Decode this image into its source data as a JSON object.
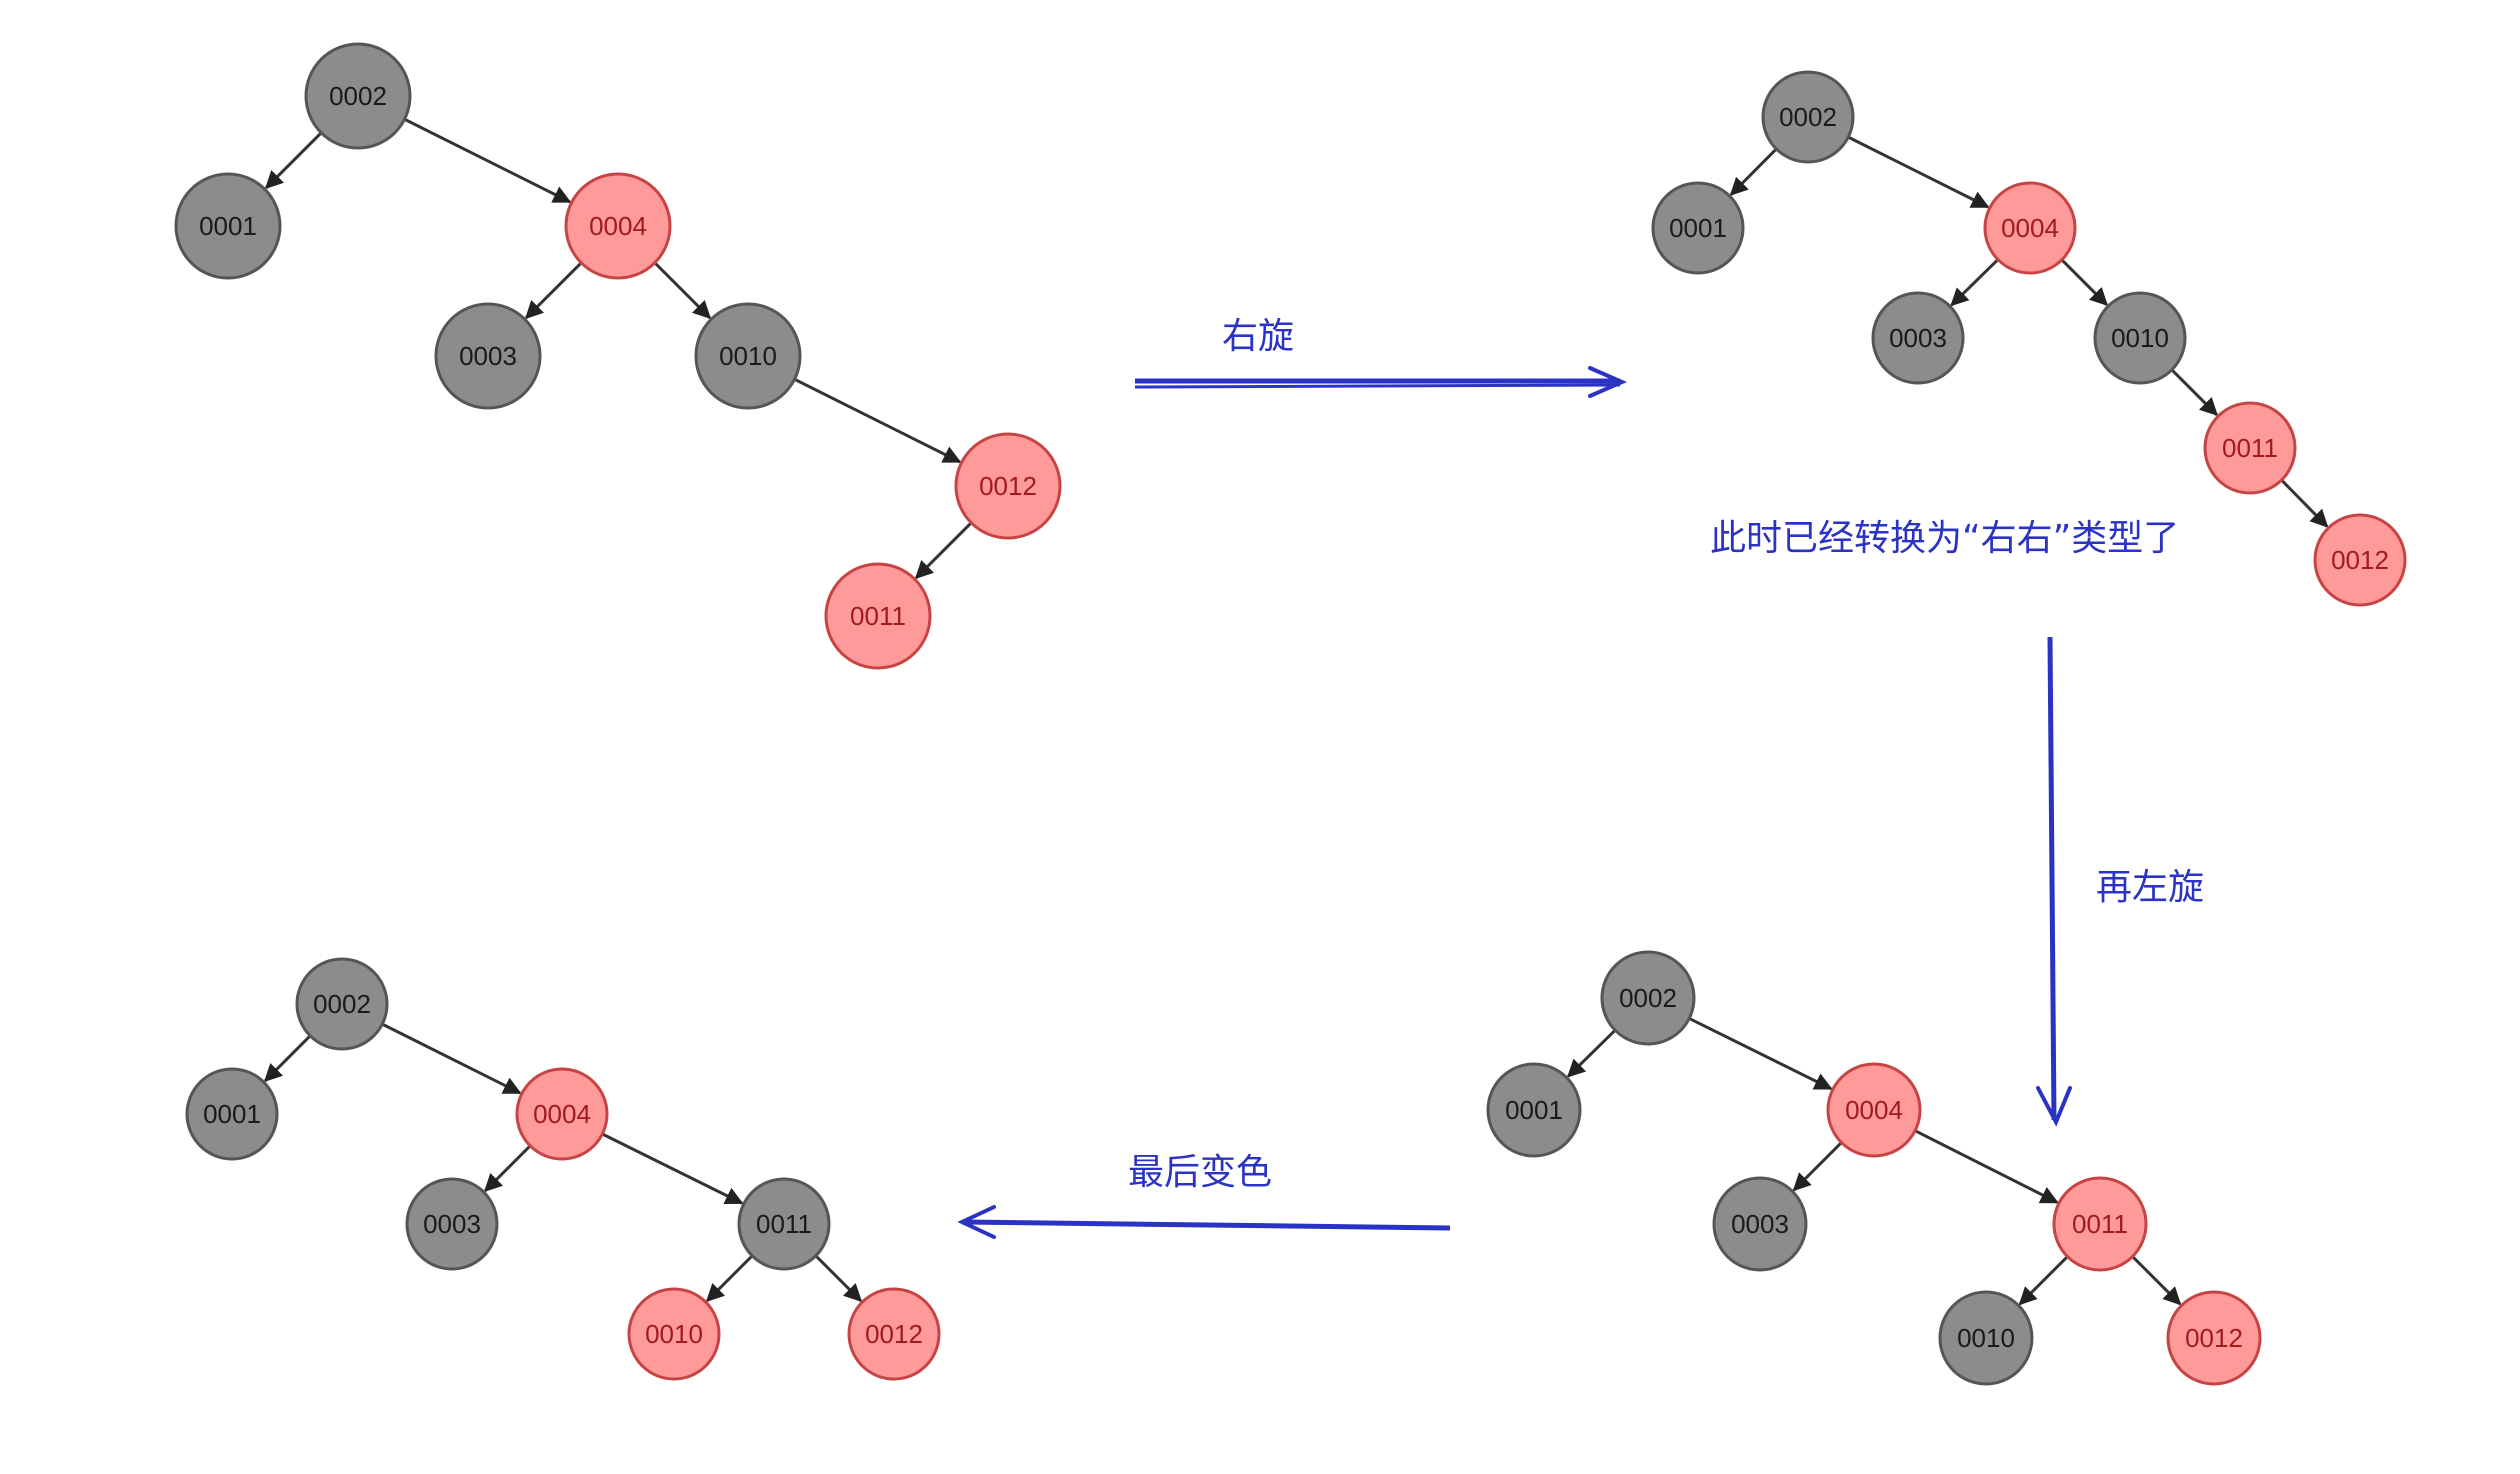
{
  "colors": {
    "black_node_fill": "#8c8c8c",
    "black_node_stroke": "#555555",
    "black_node_text": "#1a1a1a",
    "red_node_fill": "#ff9a9a",
    "red_node_stroke": "#c84444",
    "red_node_text": "#a11b1b",
    "edge": "#333333",
    "annotation": "#2b33c4"
  },
  "annotations": {
    "right_rotate": "右旋",
    "converted_note": "此时已经转换为“右右”类型了",
    "left_rotate_again": "再左旋",
    "recolor_finally": "最后变色"
  },
  "trees": [
    {
      "nodes": [
        {
          "id": "n2",
          "key": "0002",
          "color": "black"
        },
        {
          "id": "n1",
          "key": "0001",
          "color": "black"
        },
        {
          "id": "n4",
          "key": "0004",
          "color": "red"
        },
        {
          "id": "n3",
          "key": "0003",
          "color": "black"
        },
        {
          "id": "n10",
          "key": "0010",
          "color": "black"
        },
        {
          "id": "n12",
          "key": "0012",
          "color": "red"
        },
        {
          "id": "n11",
          "key": "0011",
          "color": "red"
        }
      ],
      "edges": [
        [
          "n2",
          "n1"
        ],
        [
          "n2",
          "n4"
        ],
        [
          "n4",
          "n3"
        ],
        [
          "n4",
          "n10"
        ],
        [
          "n10",
          "n12"
        ],
        [
          "n12",
          "n11"
        ]
      ]
    },
    {
      "nodes": [
        {
          "id": "n2",
          "key": "0002",
          "color": "black"
        },
        {
          "id": "n1",
          "key": "0001",
          "color": "black"
        },
        {
          "id": "n4",
          "key": "0004",
          "color": "red"
        },
        {
          "id": "n3",
          "key": "0003",
          "color": "black"
        },
        {
          "id": "n10",
          "key": "0010",
          "color": "black"
        },
        {
          "id": "n11",
          "key": "0011",
          "color": "red"
        },
        {
          "id": "n12",
          "key": "0012",
          "color": "red"
        }
      ],
      "edges": [
        [
          "n2",
          "n1"
        ],
        [
          "n2",
          "n4"
        ],
        [
          "n4",
          "n3"
        ],
        [
          "n4",
          "n10"
        ],
        [
          "n10",
          "n11"
        ],
        [
          "n11",
          "n12"
        ]
      ]
    },
    {
      "nodes": [
        {
          "id": "n2",
          "key": "0002",
          "color": "black"
        },
        {
          "id": "n1",
          "key": "0001",
          "color": "black"
        },
        {
          "id": "n4",
          "key": "0004",
          "color": "red"
        },
        {
          "id": "n3",
          "key": "0003",
          "color": "black"
        },
        {
          "id": "n11",
          "key": "0011",
          "color": "red"
        },
        {
          "id": "n10",
          "key": "0010",
          "color": "black"
        },
        {
          "id": "n12",
          "key": "0012",
          "color": "red"
        }
      ],
      "edges": [
        [
          "n2",
          "n1"
        ],
        [
          "n2",
          "n4"
        ],
        [
          "n4",
          "n3"
        ],
        [
          "n4",
          "n11"
        ],
        [
          "n11",
          "n10"
        ],
        [
          "n11",
          "n12"
        ]
      ]
    },
    {
      "nodes": [
        {
          "id": "n2",
          "key": "0002",
          "color": "black"
        },
        {
          "id": "n1",
          "key": "0001",
          "color": "black"
        },
        {
          "id": "n4",
          "key": "0004",
          "color": "red"
        },
        {
          "id": "n3",
          "key": "0003",
          "color": "black"
        },
        {
          "id": "n11",
          "key": "0011",
          "color": "black"
        },
        {
          "id": "n10",
          "key": "0010",
          "color": "red"
        },
        {
          "id": "n12",
          "key": "0012",
          "color": "red"
        }
      ],
      "edges": [
        [
          "n2",
          "n1"
        ],
        [
          "n2",
          "n4"
        ],
        [
          "n4",
          "n3"
        ],
        [
          "n4",
          "n11"
        ],
        [
          "n11",
          "n10"
        ],
        [
          "n11",
          "n12"
        ]
      ]
    }
  ]
}
